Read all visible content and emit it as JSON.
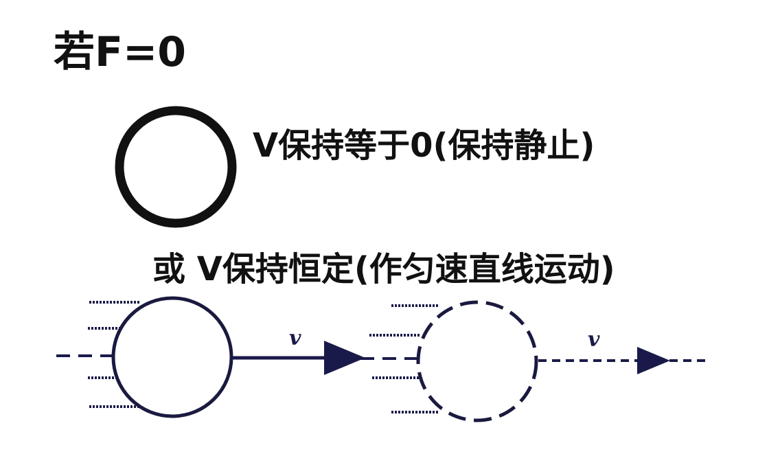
{
  "title": "若F=0",
  "rest_text": "V保持等于0(保持静止)",
  "motion_text": "或 V保持恒定(作匀速直线运动)",
  "velocity_label": "v",
  "colors": {
    "text": "#111111",
    "ball_outline": "#1a1a40",
    "ink": "#1a1a4a"
  }
}
